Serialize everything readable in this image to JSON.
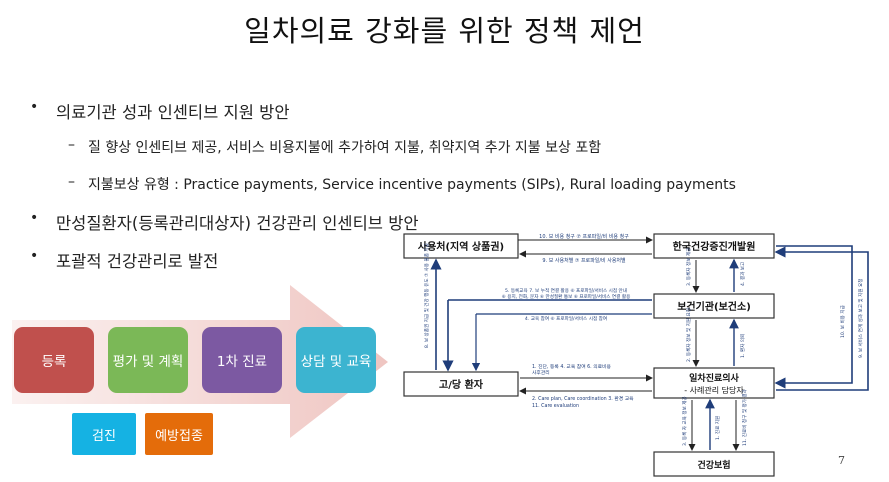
{
  "slide": {
    "title": "일차의료 강화를 위한 정책 제언",
    "page_number": "7"
  },
  "bullets": [
    {
      "text": "의료기관 성과 인센티브 지원 방안"
    },
    {
      "text": "만성질환자(등록관리대상자) 건강관리 인센티브 방안"
    },
    {
      "text": "포괄적 건강관리로 발전"
    }
  ],
  "sub_bullets": [
    {
      "text": "질 향상 인센티브 제공, 서비스 비용지불에 추가하여 지불, 취약지역 추가 지불 보상 포함"
    },
    {
      "text": "지불보상 유형 : Practice payments, Service incentive payments (SIPs), Rural loading payments"
    }
  ],
  "process_flow": {
    "steps": [
      {
        "label": "등록",
        "color": "#c0504d"
      },
      {
        "label": "평가 및 계획",
        "color": "#7bb857"
      },
      {
        "label": "1차 진료",
        "color": "#7c59a2"
      },
      {
        "label": "상담 및 교육",
        "color": "#3cb4d0"
      }
    ],
    "sub_steps": [
      {
        "label": "검진",
        "color": "#15b2e3"
      },
      {
        "label": "예방접종",
        "color": "#e46c0a"
      }
    ]
  },
  "diagram": {
    "nodes": {
      "supplier": "사용처(지역 상품권)",
      "kdi": "한국건강증진개발원",
      "health_center": "보건기관(보건소)",
      "patient": "고/당 환자",
      "doctor_name": "일차진료의사",
      "doctor_sub": "- 사례관리 담당자",
      "insurance": "건강보험"
    },
    "edge_labels": {
      "top_arrow_right": "10. 보 비용 청구 ⑦ 프로파일/비 비용 청구",
      "top_arrow_left": "9. 보 사용처별 ⑦ 프로파일/비 사용처별",
      "hc_line1": "5. 등록교육 7. 보 누적 연결 활용 ⑥ 프로파일/서비스 시점 안내",
      "hc_line2": "⑥ 용지, 전화, 문자 ⑥ 만성질환 통보 ⑥ 프로파일/서비스 연결 활용",
      "hc_line3": "4. 교육 참여 ⑥ 프로파일/서비스 시점 참여",
      "pd_top1": "1. 진단, 등록 4. 교육 참여 6. 의료비용",
      "pd_top2": "사후관리",
      "pd_bot1": "2. Care plan, Care coordination 3. 환경 교육",
      "pd_bot2": "11. Care evaluation",
      "vert_left": "8. 보 상품권 지급 및 건강 행동 유도 ⑦ 사용 물품 지급",
      "vert_kdi_left": "3. 등록자 정보 제공",
      "vert_kdi_right": "4. 결과 보고",
      "vert_doc_left": "2. 등록자 정보 및 지원 요청",
      "vert_doc_right": "1. 환자 의뢰",
      "vert_ins_left": "3. 등록 자 교육 정보 제공",
      "vert_ins_mid": "1. 진료 지원",
      "vert_ins_right": "11. 진료비 청구 및 평가 결과",
      "vert_right1": "10. 보 비용 지급",
      "vert_right2": "9. 보 서비스 연계 성과 보고 및 지원 요청"
    }
  }
}
